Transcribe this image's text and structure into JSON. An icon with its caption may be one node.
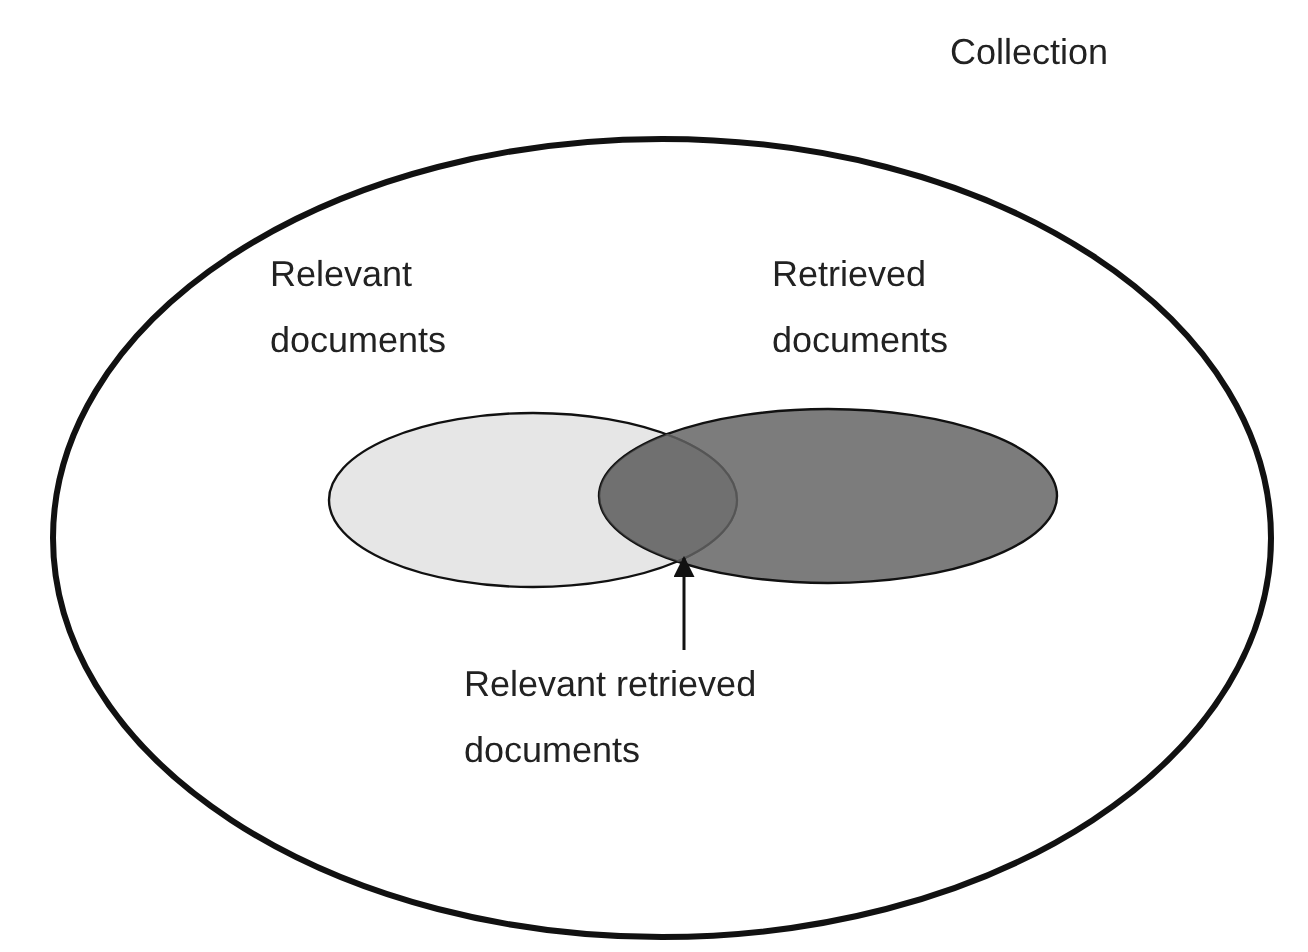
{
  "diagram": {
    "nodes": [
      {
        "text": [
          "Collection"
        ]
      },
      {
        "text": [
          "Relevant documents"
        ],
        "in": 0
      },
      {
        "text": [
          "Retrieved documents"
        ],
        "in": 0
      },
      {
        "text": [
          "Relevant retrieved documents"
        ],
        "in": 0
      },
      {
        "text": [],
        "shape": "lens",
        "in": 0
      }
    ],
    "edges": [
      {
        "from": 3,
        "to": 4,
        "arrow": "to"
      }
    ]
  }
}
